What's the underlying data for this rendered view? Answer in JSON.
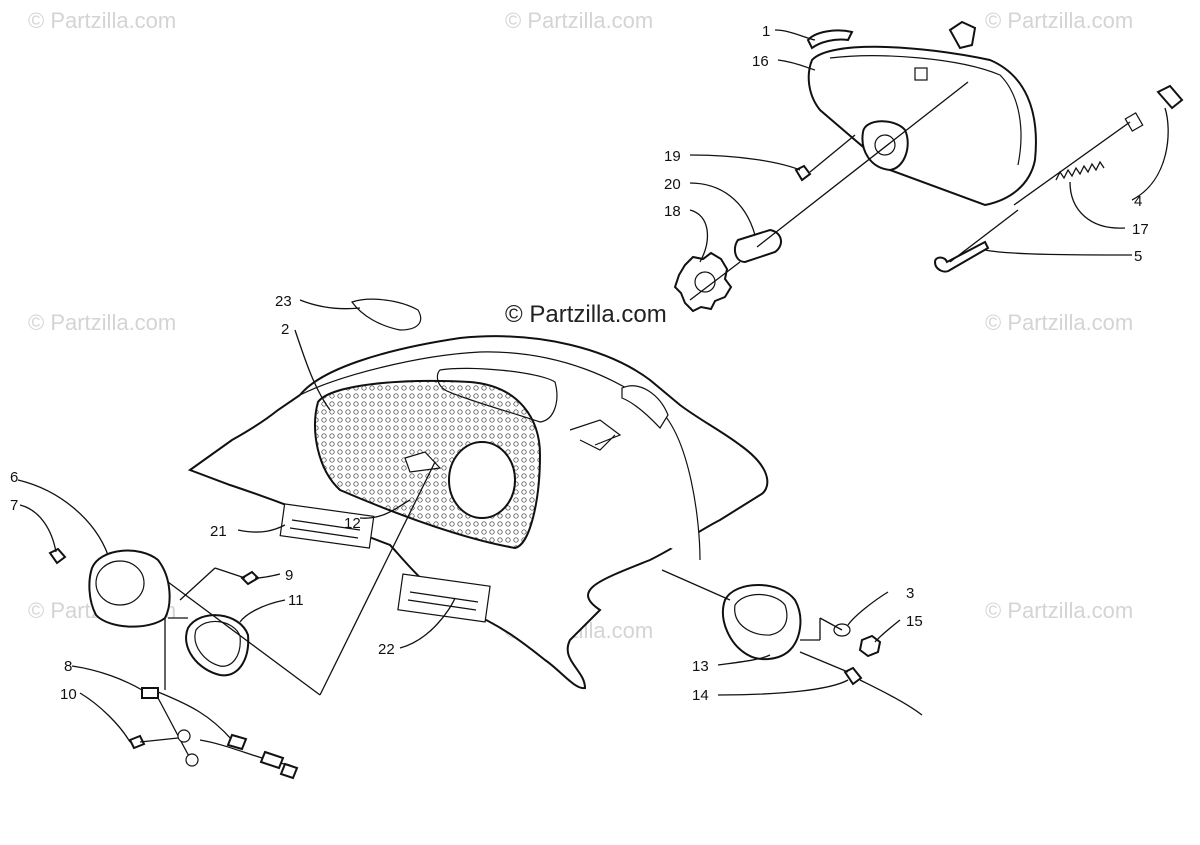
{
  "watermark": {
    "symbol": "©",
    "text": "Partzilla.com",
    "main_text": "© Partzilla.com"
  },
  "callouts": {
    "c1": "1",
    "c2": "2",
    "c3": "3",
    "c4": "4",
    "c5": "5",
    "c6": "6",
    "c7": "7",
    "c8": "8",
    "c9": "9",
    "c10": "10",
    "c11": "11",
    "c12": "12",
    "c13": "13",
    "c14": "14",
    "c15": "15",
    "c16": "16",
    "c17": "17",
    "c18": "18",
    "c19": "19",
    "c20": "20",
    "c21": "21",
    "c22": "22",
    "c23": "23"
  },
  "colors": {
    "ink": "#111111",
    "watermark": "#d4d4d4",
    "background": "#ffffff"
  }
}
